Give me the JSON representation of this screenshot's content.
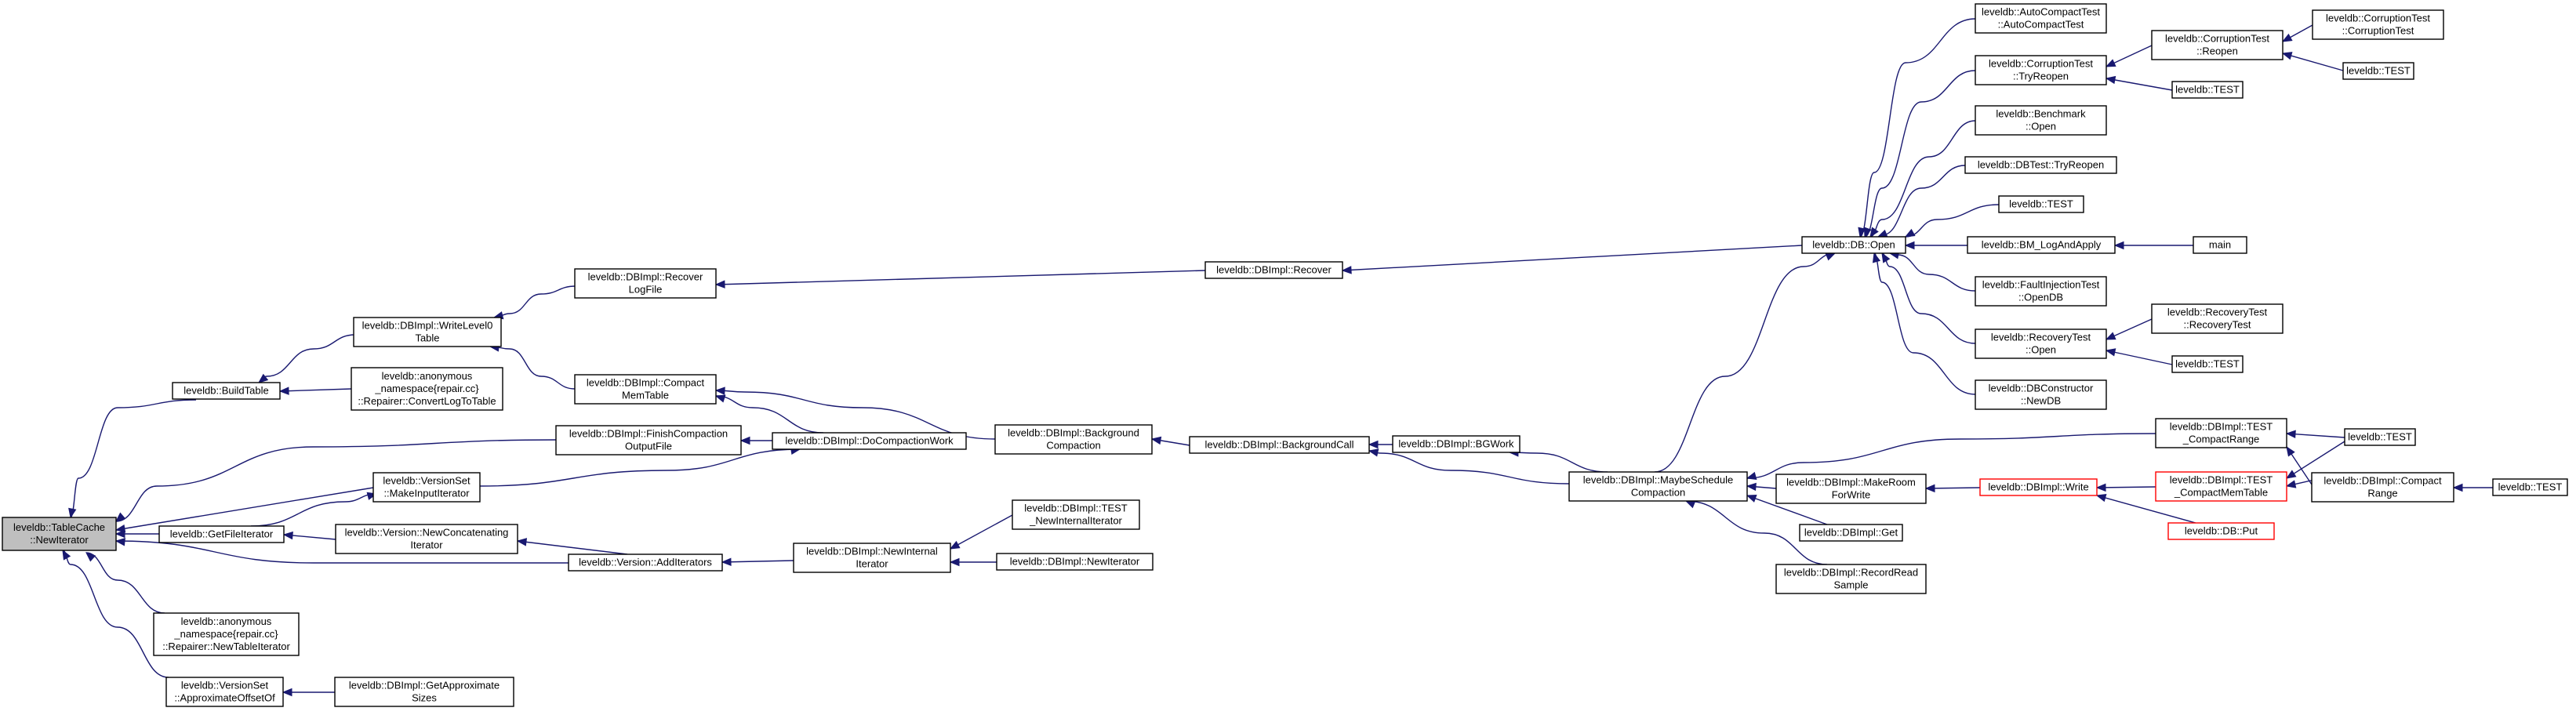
{
  "colors": {
    "edge": "#191970",
    "root_fill": "#bfbfbf",
    "node_border": "#000000",
    "highlight_border": "#ff0000"
  },
  "nodes": [
    {
      "id": "n0",
      "lines": [
        "leveldb::TableCache",
        "::NewIterator"
      ],
      "style": "root"
    },
    {
      "id": "n1",
      "lines": [
        "leveldb::BuildTable"
      ]
    },
    {
      "id": "n2",
      "lines": [
        "leveldb::DBImpl::WriteLevel0",
        "Table"
      ]
    },
    {
      "id": "n3",
      "lines": [
        "leveldb::DBImpl::Recover",
        "LogFile"
      ]
    },
    {
      "id": "n4",
      "lines": [
        "leveldb::DBImpl::Recover"
      ]
    },
    {
      "id": "n5",
      "lines": [
        "leveldb::DB::Open"
      ]
    },
    {
      "id": "n6",
      "lines": [
        "leveldb::AutoCompactTest",
        "::AutoCompactTest"
      ]
    },
    {
      "id": "n7",
      "lines": [
        "leveldb::CorruptionTest",
        "::TryReopen"
      ]
    },
    {
      "id": "n8",
      "lines": [
        "leveldb::CorruptionTest",
        "::Reopen"
      ]
    },
    {
      "id": "n9",
      "lines": [
        "leveldb::CorruptionTest",
        "::CorruptionTest"
      ]
    },
    {
      "id": "n10",
      "lines": [
        "leveldb::TEST"
      ]
    },
    {
      "id": "n11",
      "lines": [
        "leveldb::TEST"
      ]
    },
    {
      "id": "n12",
      "lines": [
        "leveldb::Benchmark",
        "::Open"
      ]
    },
    {
      "id": "n13",
      "lines": [
        "leveldb::DBTest::TryReopen"
      ]
    },
    {
      "id": "n14",
      "lines": [
        "leveldb::TEST"
      ]
    },
    {
      "id": "n15",
      "lines": [
        "leveldb::BM_LogAndApply"
      ]
    },
    {
      "id": "n16",
      "lines": [
        "main"
      ]
    },
    {
      "id": "n17",
      "lines": [
        "leveldb::FaultInjectionTest",
        "::OpenDB"
      ]
    },
    {
      "id": "n18",
      "lines": [
        "leveldb::RecoveryTest",
        "::Open"
      ]
    },
    {
      "id": "n19",
      "lines": [
        "leveldb::RecoveryTest",
        "::RecoveryTest"
      ]
    },
    {
      "id": "n20",
      "lines": [
        "leveldb::TEST"
      ]
    },
    {
      "id": "n21",
      "lines": [
        "leveldb::DBConstructor",
        "::NewDB"
      ]
    },
    {
      "id": "n22",
      "lines": [
        "leveldb::DBImpl::Compact",
        "MemTable"
      ]
    },
    {
      "id": "n23",
      "lines": [
        "leveldb::DBImpl::Background",
        "Compaction"
      ]
    },
    {
      "id": "n24",
      "lines": [
        "leveldb::DBImpl::BackgroundCall"
      ]
    },
    {
      "id": "n25",
      "lines": [
        "leveldb::DBImpl::BGWork"
      ]
    },
    {
      "id": "n26",
      "lines": [
        "leveldb::DBImpl::MaybeSchedule",
        "Compaction"
      ]
    },
    {
      "id": "n27",
      "lines": [
        "leveldb::DBImpl::TEST",
        "_CompactRange"
      ]
    },
    {
      "id": "n28",
      "lines": [
        "leveldb::TEST"
      ]
    },
    {
      "id": "n29",
      "lines": [
        "leveldb::DBImpl::Compact",
        "Range"
      ]
    },
    {
      "id": "n30",
      "lines": [
        "leveldb::TEST"
      ]
    },
    {
      "id": "n31",
      "lines": [
        "leveldb::DBImpl::MakeRoom",
        "ForWrite"
      ]
    },
    {
      "id": "n32",
      "lines": [
        "leveldb::DBImpl::Write"
      ],
      "style": "red"
    },
    {
      "id": "n33",
      "lines": [
        "leveldb::DBImpl::TEST",
        "_CompactMemTable"
      ],
      "style": "red"
    },
    {
      "id": "n34",
      "lines": [
        "leveldb::DB::Put"
      ],
      "style": "red"
    },
    {
      "id": "n35",
      "lines": [
        "leveldb::DBImpl::Get"
      ]
    },
    {
      "id": "n36",
      "lines": [
        "leveldb::DBImpl::RecordRead",
        "Sample"
      ]
    },
    {
      "id": "n37",
      "lines": [
        "leveldb::anonymous",
        "_namespace{repair.cc}",
        "::Repairer::ConvertLogToTable"
      ]
    },
    {
      "id": "n38",
      "lines": [
        "leveldb::DBImpl::FinishCompaction",
        "OutputFile"
      ]
    },
    {
      "id": "n39",
      "lines": [
        "leveldb::DBImpl::DoCompactionWork"
      ]
    },
    {
      "id": "n40",
      "lines": [
        "leveldb::VersionSet",
        "::MakeInputIterator"
      ]
    },
    {
      "id": "n41",
      "lines": [
        "leveldb::GetFileIterator"
      ]
    },
    {
      "id": "n42",
      "lines": [
        "leveldb::Version::NewConcatenating",
        "Iterator"
      ]
    },
    {
      "id": "n43",
      "lines": [
        "leveldb::Version::AddIterators"
      ]
    },
    {
      "id": "n44",
      "lines": [
        "leveldb::DBImpl::NewInternal",
        "Iterator"
      ]
    },
    {
      "id": "n45",
      "lines": [
        "leveldb::DBImpl::TEST",
        "_NewInternalIterator"
      ]
    },
    {
      "id": "n46",
      "lines": [
        "leveldb::DBImpl::NewIterator"
      ]
    },
    {
      "id": "n47",
      "lines": [
        "leveldb::anonymous",
        "_namespace{repair.cc}",
        "::Repairer::NewTableIterator"
      ]
    },
    {
      "id": "n48",
      "lines": [
        "leveldb::VersionSet",
        "::ApproximateOffsetOf"
      ]
    },
    {
      "id": "n49",
      "lines": [
        "leveldb::DBImpl::GetApproximate",
        "Sizes"
      ]
    }
  ]
}
